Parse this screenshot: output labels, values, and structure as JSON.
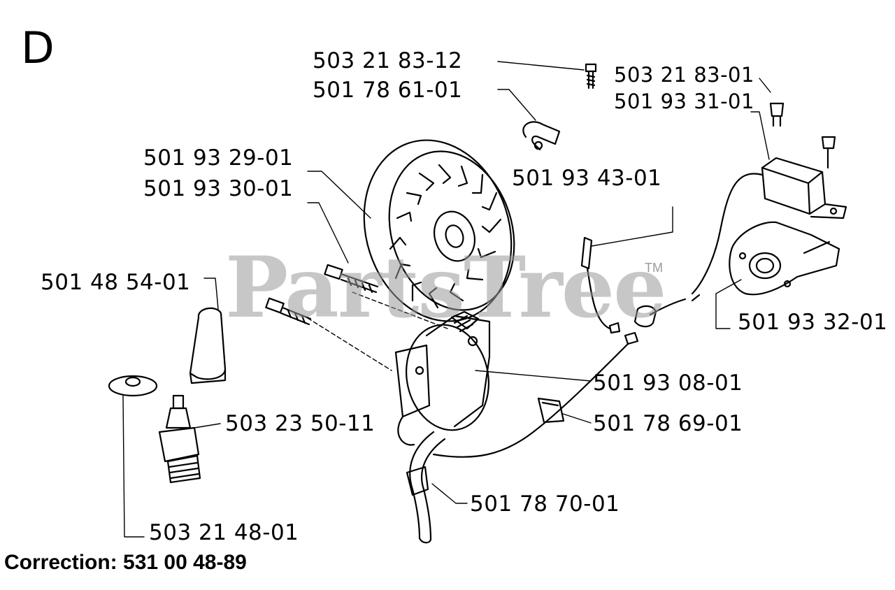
{
  "section_letter": "D",
  "watermark": {
    "text": "PartsTree",
    "tm": "TM"
  },
  "correction": "Correction: 531 00 48-89",
  "labels": {
    "p_503218312": "503 21 83-12",
    "p_501786101": "501 78 61-01",
    "p_503218301": "503 21 83-01",
    "p_501933101": "501 93 31-01",
    "p_501932901": "501 93 29-01",
    "p_501933001": "501 93 30-01",
    "p_501934301": "501 93 43-01",
    "p_501485401": "501 48 54-01",
    "p_501933201": "501 93 32-01",
    "p_501930801": "501 93 08-01",
    "p_503235011": "503 23 50-11",
    "p_501786901": "501 78 69-01",
    "p_501787001": "501 78 70-01",
    "p_503214801": "503 21 48-01"
  }
}
